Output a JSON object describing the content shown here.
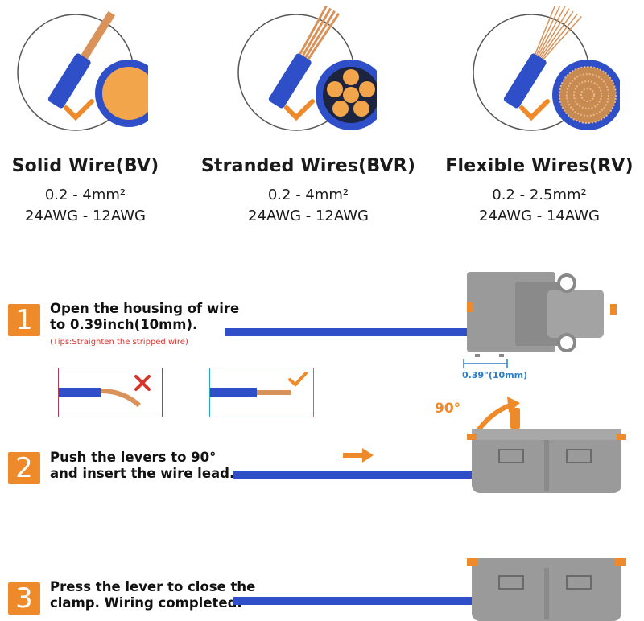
{
  "wire_types": [
    {
      "title": "Solid Wire(BV)",
      "spec1": "0.2 - 4mm²",
      "spec2": "24AWG - 12AWG",
      "icon": "solid-wire-cross-section-icon"
    },
    {
      "title": "Stranded  Wires(BVR)",
      "spec1": "0.2 - 4mm²",
      "spec2": "24AWG - 12AWG",
      "icon": "stranded-wire-cross-section-icon"
    },
    {
      "title": "Flexible Wires(RV)",
      "spec1": "0.2 - 2.5mm²",
      "spec2": "24AWG - 14AWG",
      "icon": "flexible-wire-cross-section-icon"
    }
  ],
  "steps": [
    {
      "number": "1",
      "line1": "Open the housing of wire",
      "line2": "to 0.39inch(10mm).",
      "tip": "(Tips:Straighten the stripped wire)"
    },
    {
      "number": "2",
      "line1": "Push the  levers to 90°",
      "line2": "and insert the wire lead."
    },
    {
      "number": "3",
      "line1": "Press the lever to close the",
      "line2": "clamp. Wiring completed."
    }
  ],
  "dimension_label": "0.39\"(10mm)",
  "angle_label": "90°",
  "colors": {
    "accent": "#ef8a2b",
    "wire": "#2f4fc9",
    "copper": "#d9935a",
    "housing": "#9a9a9a",
    "wrong": "#d9342b",
    "ok_box": "#2ba6b8",
    "wrong_box": "#b23a5a"
  }
}
